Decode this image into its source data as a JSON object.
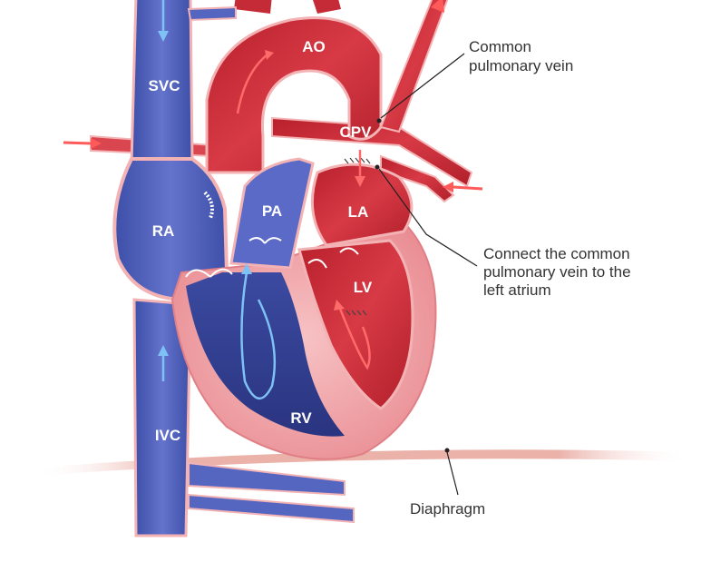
{
  "structures": {
    "svc": "SVC",
    "ao": "AO",
    "cpv": "CPV",
    "ra": "RA",
    "pa": "PA",
    "la": "LA",
    "lv": "LV",
    "rv": "RV",
    "ivc": "IVC"
  },
  "callouts": {
    "common_pulmonary_vein": [
      "Common",
      "pulmonary vein"
    ],
    "connect": [
      "Connect the common",
      "pulmonary vein to the",
      "left atrium"
    ],
    "diaphragm": "Diaphragm"
  },
  "colors": {
    "deoxygenated": "#4a5cb8",
    "oxygenated": "#cf2e3a",
    "myocardium": "#f0a2a6",
    "flow_arrow_blue": "#6fb4f0",
    "flow_arrow_red": "#ff6a6a"
  }
}
